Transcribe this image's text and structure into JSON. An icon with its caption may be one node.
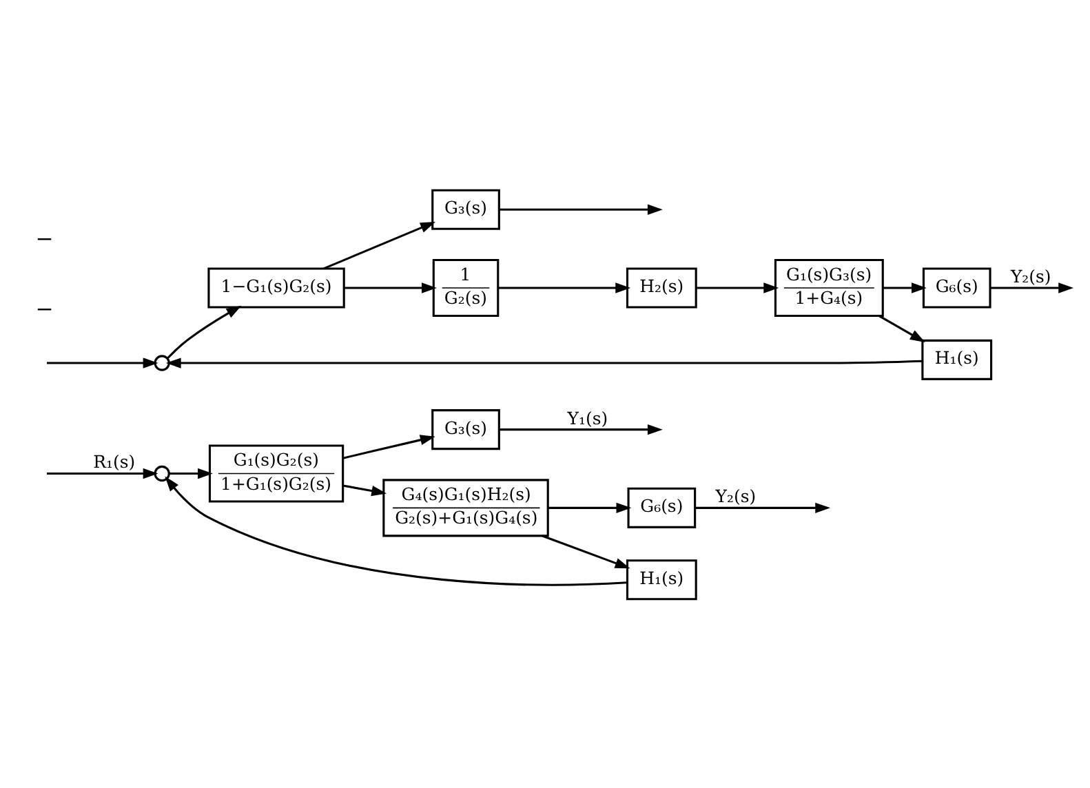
{
  "diagram": {
    "nodes": [
      {
        "text": [],
        "shape": "circle"
      },
      {
        "text": [
          "1−G₁(s)G₂(s)"
        ]
      },
      {
        "text": [
          "G₃(s)"
        ]
      },
      {
        "text": [
          "H₂(s)"
        ]
      },
      {
        "text": [
          "1",
          "G₂(s)"
        ]
      },
      {
        "text": [
          "G₁(s)G₃(s)",
          "1+G₄(s)"
        ]
      },
      {
        "text": [
          "G₆(s)"
        ]
      },
      {
        "text": [
          "H₁(s)"
        ]
      },
      {
        "text": [],
        "shape": "circle"
      },
      {
        "text": [
          "G₁(s)G₂(s)",
          "1+G₁(s)G₂(s)"
        ]
      },
      {
        "text": [
          "G₃(s)"
        ]
      },
      {
        "text": [
          "G₄(s)G₁(s)H₂(s)",
          "G₂(s)+G₁(s)G₄(s)"
        ]
      },
      {
        "text": [
          "H₁(s)"
        ]
      },
      {
        "text": [
          "G₆(s)"
        ]
      }
    ],
    "edges": [
      {
        "from": null,
        "to": 0,
        "arrow": "to"
      },
      {
        "from": 0,
        "to": 1,
        "arrow": "to"
      },
      {
        "from": 1,
        "to": 2,
        "arrow": "to"
      },
      {
        "from": 2,
        "to": null,
        "arrow": "to"
      },
      {
        "from": 1,
        "to": 4,
        "arrow": "to"
      },
      {
        "from": 4,
        "to": 3,
        "arrow": "to"
      },
      {
        "from": 3,
        "to": 5,
        "arrow": "to"
      },
      {
        "from": 5,
        "to": 6,
        "arrow": "to"
      },
      {
        "from": 6,
        "to": null,
        "arrow": "to",
        "label": "Y₂(s)"
      },
      {
        "from": 5,
        "to": 7,
        "arrow": "to"
      },
      {
        "from": 7,
        "to": 0,
        "arrow": "to"
      },
      {
        "from": null,
        "to": 8,
        "arrow": "to",
        "label": "R₁(s)"
      },
      {
        "from": 8,
        "to": 9,
        "arrow": "to"
      },
      {
        "from": 9,
        "to": 10,
        "arrow": "to"
      },
      {
        "from": 10,
        "to": null,
        "arrow": "to",
        "label": "Y₁(s)"
      },
      {
        "from": 9,
        "to": 11,
        "arrow": "to"
      },
      {
        "from": 11,
        "to": 12,
        "arrow": "to"
      },
      {
        "from": 11,
        "to": 13,
        "arrow": "to"
      },
      {
        "from": 13,
        "to": null,
        "arrow": "to",
        "label": "Y₂(s)"
      },
      {
        "from": 12,
        "to": 8,
        "arrow": "to"
      }
    ],
    "labels": [
      "−",
      "−"
    ]
  }
}
